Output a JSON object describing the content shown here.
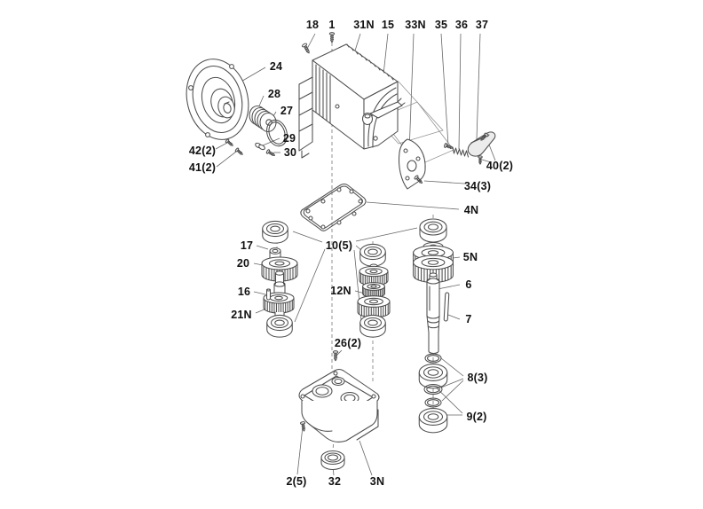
{
  "diagram": {
    "kind": "exploded-parts-diagram",
    "background": "#ffffff",
    "line_color": "#4d4d4d",
    "label_color": "#111111"
  },
  "callouts": {
    "c18": "18",
    "c1": "1",
    "c31n": "31N",
    "c15": "15",
    "c33n": "33N",
    "c35": "35",
    "c36": "36",
    "c37": "37",
    "c24": "24",
    "c28": "28",
    "c27": "27",
    "c29": "29",
    "c30": "30",
    "c42": "42(2)",
    "c41": "41(2)",
    "c40": "40(2)",
    "c34": "34(3)",
    "c4n": "4N",
    "c17": "17",
    "c10": "10(5)",
    "c20": "20",
    "c5n": "5N",
    "c16": "16",
    "c12n": "12N",
    "c6": "6",
    "c21n": "21N",
    "c7": "7",
    "c26": "26(2)",
    "c8": "8(3)",
    "c9": "9(2)",
    "c2": "2(5)",
    "c32": "32",
    "c3n": "3N"
  }
}
